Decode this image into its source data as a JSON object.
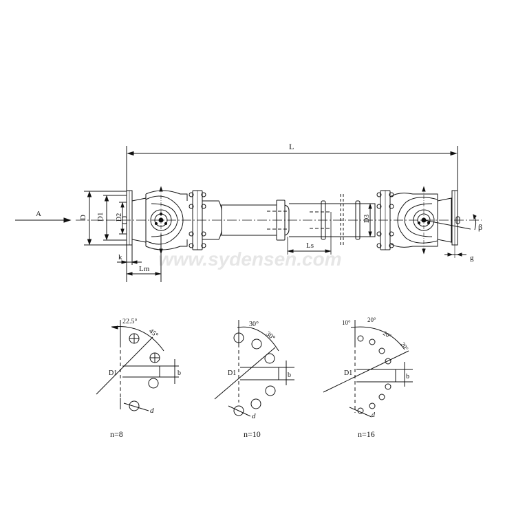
{
  "watermark": "www.sydensen.com",
  "main_view": {
    "view_arrow": "A",
    "overall_length": "L",
    "flange_diameter": "D",
    "bolt_circle": "D1",
    "spigot": "D2",
    "tube_diameter": "D3",
    "flange_thickness": "k",
    "yoke_length": "Lm",
    "slip_length": "Ls",
    "angle": "β",
    "gap": "g"
  },
  "flange_patterns": [
    {
      "caption": "n=8",
      "angles": [
        "22.5°",
        "45°"
      ],
      "bolt_circle": "D1",
      "key_width": "b",
      "hole": "d"
    },
    {
      "caption": "n=10",
      "angles": [
        "30°",
        "30°"
      ],
      "bolt_circle": "D1",
      "key_width": "b",
      "hole": "d"
    },
    {
      "caption": "n=16",
      "angles": [
        "10°",
        "20°",
        "20°",
        "20°"
      ],
      "bolt_circle": "D1",
      "key_width": "b",
      "hole": "d"
    }
  ],
  "colors": {
    "line": "#111111",
    "watermark": "#e6e6e6"
  }
}
